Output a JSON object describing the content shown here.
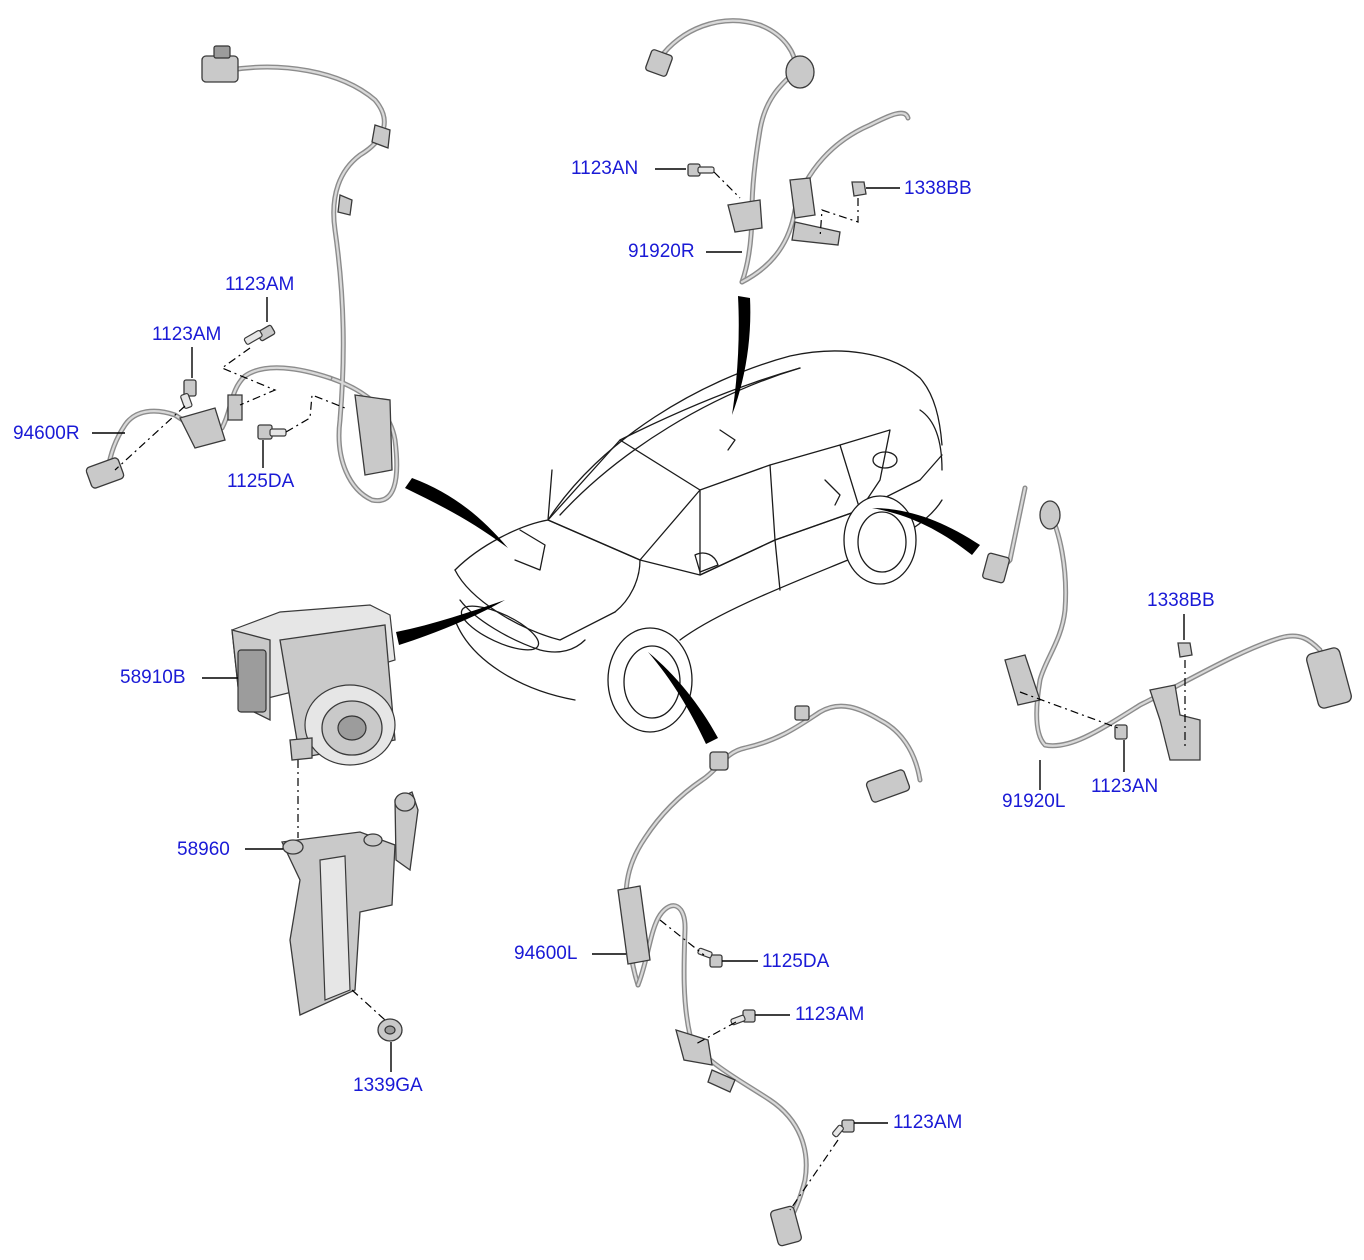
{
  "labels": {
    "l_94600R": "94600R",
    "l_1123AM_a": "1123AM",
    "l_1123AM_b": "1123AM",
    "l_1125DA_a": "1125DA",
    "l_1123AN_a": "1123AN",
    "l_91920R": "91920R",
    "l_1338BB_a": "1338BB",
    "l_1338BB_b": "1338BB",
    "l_91920L": "91920L",
    "l_1123AN_b": "1123AN",
    "l_58910B": "58910B",
    "l_58960": "58960",
    "l_1339GA": "1339GA",
    "l_94600L": "94600L",
    "l_1125DA_b": "1125DA",
    "l_1123AM_c": "1123AM",
    "l_1123AM_d": "1123AM"
  },
  "colors": {
    "label": "#1a1ad6",
    "line": "#000000",
    "part": "#c9c9c9"
  }
}
